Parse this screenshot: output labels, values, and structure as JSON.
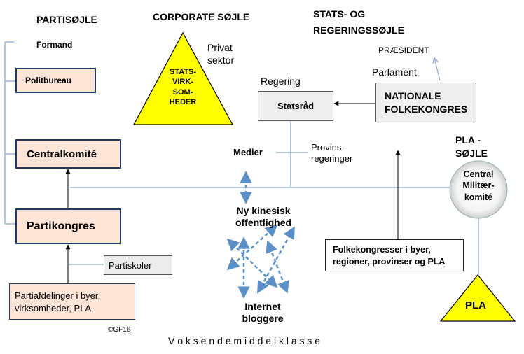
{
  "headings": {
    "party_pillar": "PARTISØJLE",
    "corporate_pillar": "CORPORATE SØJLE",
    "state_pillar_line1": "STATS-  OG",
    "state_pillar_line2": "REGERINGSSØJLE",
    "pla_pillar_line1": "PLA  -",
    "pla_pillar_line2": "SØJLE"
  },
  "party": {
    "formand": "Formand",
    "politburo": "Politbureau",
    "central_committee": "Centralkomité",
    "party_congress": "Partikongres",
    "party_schools": "Partiskoler",
    "branches_line1": "Partiafdelinger  i byer,",
    "branches_line2": "virksomheder,  PLA"
  },
  "corporate": {
    "soe_line1": "STATS-",
    "soe_line2": "VIRK-",
    "soe_line3": "SOM-",
    "soe_line4": "HEDER",
    "private_line1": "Privat",
    "private_line2": "sektor"
  },
  "state": {
    "president": "PRÆSIDENT",
    "parliament": "Parlament",
    "npc_line1": "NATIONALE",
    "npc_line2": "FOLKEKONGRES",
    "government": "Regering",
    "state_council": "Statsråd",
    "provincial_line1": "Provins-",
    "provincial_line2": "regeringer",
    "local_congresses_line1": "Folkekongresser  i byer,",
    "local_congresses_line2": "regioner, provinser og PLA"
  },
  "pla": {
    "cmc_line1": "Central",
    "cmc_line2": "Militær-",
    "cmc_line3": "komité",
    "pla_label": "PLA"
  },
  "society": {
    "media": "Medier",
    "public_line1": "Ny  kinesisk",
    "public_line2": "offentlighed",
    "internet_line1": "Internet",
    "internet_line2": "bloggere",
    "middle_class": "V o k s e n d e   m i d d e l k l a s s e",
    "copyright": "©GF16"
  },
  "colors": {
    "pink_fill": "#fce4d6",
    "navy_border": "#1f3864",
    "yellow_fill": "#ffff00",
    "connector_blue": "#8fa8c8",
    "dashed_blue": "#5b8fc7"
  }
}
